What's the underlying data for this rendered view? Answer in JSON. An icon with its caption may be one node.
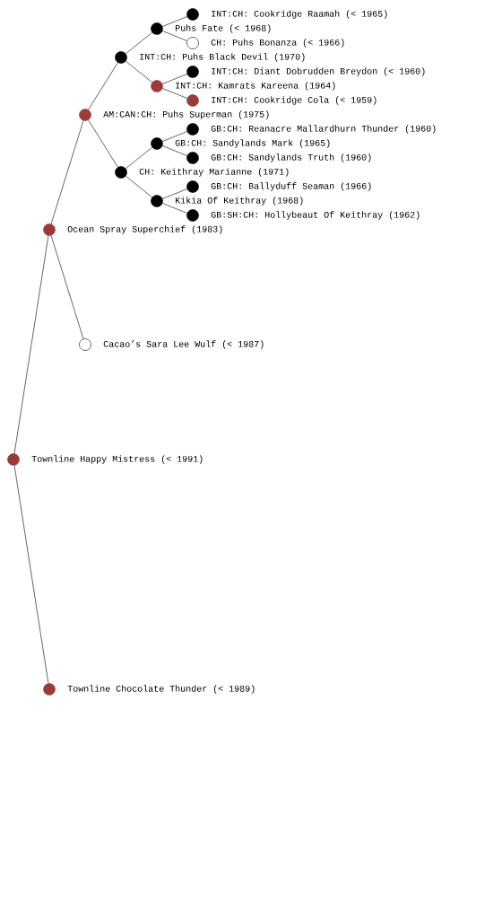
{
  "diagram": {
    "nodes": [
      {
        "text": [],
        "shape": "circle",
        "beside": [
          "INT:CH: Cookridge Raamah (< 1965)"
        ]
      },
      {
        "text": [],
        "shape": "circle"
      },
      {
        "text": [],
        "shape": "circle",
        "beside": [
          "CH: Puhs Bonanza (< 1966)"
        ]
      },
      {
        "text": [],
        "shape": "circle"
      },
      {
        "text": [],
        "shape": "circle",
        "beside": [
          "INT:CH: Diant Dobrudden Breydon (< 1960)"
        ]
      },
      {
        "text": [],
        "shape": "circle"
      },
      {
        "text": [],
        "shape": "circle",
        "beside": [
          "INT:CH: Cookridge Cola (< 1959)"
        ]
      },
      {
        "text": [],
        "shape": "circle"
      },
      {
        "text": [],
        "shape": "circle",
        "beside": [
          "GB:CH: Reanacre Mallardhurn Thunder (1960)"
        ]
      },
      {
        "text": [],
        "shape": "circle"
      },
      {
        "text": [],
        "shape": "circle",
        "beside": [
          "GB:CH: Sandylands Truth (1960)"
        ]
      },
      {
        "text": [],
        "shape": "circle"
      },
      {
        "text": [],
        "shape": "circle",
        "beside": [
          "GB:CH: Ballyduff Seaman (1966)"
        ]
      },
      {
        "text": [],
        "shape": "circle"
      },
      {
        "text": [],
        "shape": "circle",
        "beside": [
          "GB:SH:CH: Hollybeaut Of Keithray (1962)"
        ]
      },
      {
        "text": [],
        "shape": "circle"
      },
      {
        "text": [],
        "shape": "circle",
        "beside": [
          "Cacao’s Sara Lee Wulf (< 1987)"
        ]
      },
      {
        "text": [],
        "shape": "circle",
        "beside": [
          "Townline Happy Mistress (< 1991)"
        ]
      },
      {
        "text": [],
        "shape": "circle",
        "beside": [
          "Townline Chocolate Thunder (< 1989)"
        ]
      }
    ],
    "edges": [
      {
        "from": 17,
        "to": 15,
        "arrow": "none"
      },
      {
        "from": 17,
        "to": 18,
        "arrow": "none"
      },
      {
        "from": 15,
        "to": 7,
        "arrow": "none"
      },
      {
        "from": 15,
        "to": 16,
        "arrow": "none"
      },
      {
        "from": 7,
        "to": 3,
        "arrow": "none"
      },
      {
        "from": 7,
        "to": 11,
        "arrow": "none"
      },
      {
        "from": 3,
        "to": 1,
        "arrow": "none"
      },
      {
        "from": 3,
        "to": 5,
        "arrow": "none"
      },
      {
        "from": 1,
        "to": 0,
        "arrow": "none"
      },
      {
        "from": 1,
        "to": 2,
        "arrow": "none"
      },
      {
        "from": 5,
        "to": 4,
        "arrow": "none"
      },
      {
        "from": 5,
        "to": 6,
        "arrow": "none"
      },
      {
        "from": 11,
        "to": 9,
        "arrow": "none"
      },
      {
        "from": 11,
        "to": 13,
        "arrow": "none"
      },
      {
        "from": 9,
        "to": 8,
        "arrow": "none"
      },
      {
        "from": 9,
        "to": 10,
        "arrow": "none"
      },
      {
        "from": 13,
        "to": 12,
        "arrow": "none"
      },
      {
        "from": 13,
        "to": 14,
        "arrow": "none"
      }
    ],
    "labels": [
      "Puhs Fate (< 1968)",
      "INT:CH: Puhs Black Devil (1970)",
      "INT:CH: Kamrats Kareena (1964)",
      "AM:CAN:CH: Puhs Superman (1975)",
      "GB:CH: Sandylands Mark (1965)",
      "CH: Keithray Marianne (1971)",
      "Kikia Of Keithray (1968)",
      "Ocean Spray Superchief (1983)"
    ]
  }
}
